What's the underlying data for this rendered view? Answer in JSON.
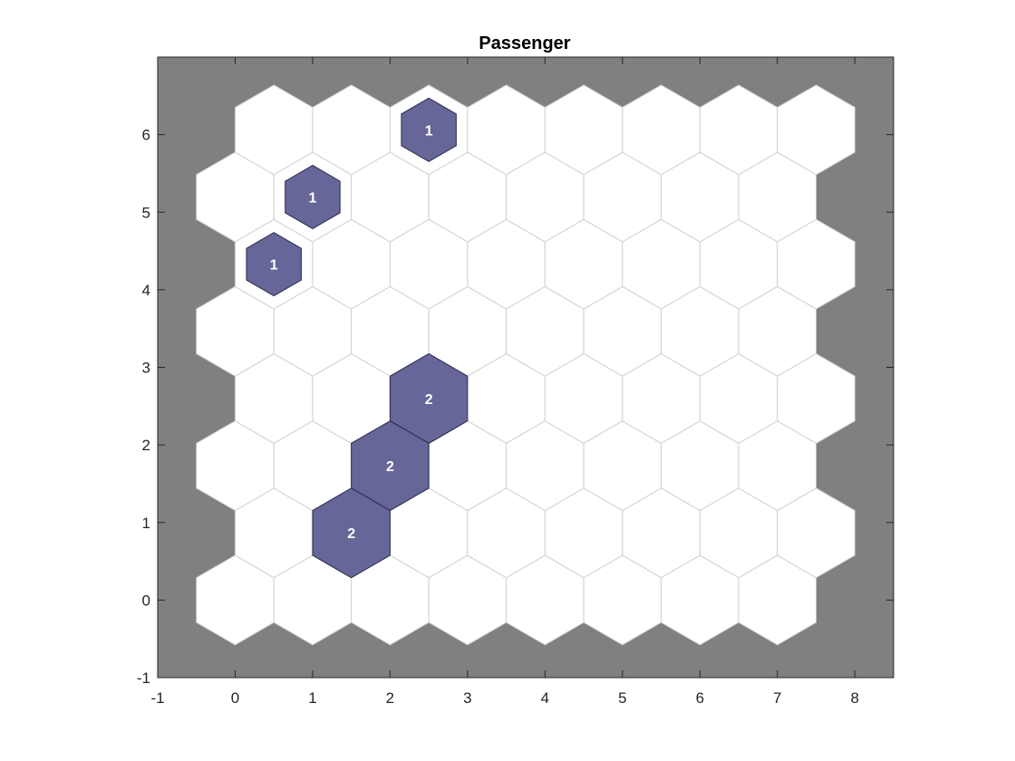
{
  "chart_data": {
    "type": "hexagon-hits",
    "title": "Passenger",
    "xlim": [
      -1,
      8.5
    ],
    "ylim": [
      -1,
      7
    ],
    "xticks": [
      "-1",
      "0",
      "1",
      "2",
      "3",
      "4",
      "5",
      "6",
      "7",
      "8"
    ],
    "yticks": [
      "-1",
      "0",
      "1",
      "2",
      "3",
      "4",
      "5",
      "6"
    ],
    "grid": {
      "columns": 8,
      "rows": 8,
      "row_spacing": 0.866
    },
    "hits": [
      {
        "x": 2.5,
        "y": 6.062,
        "count": 1
      },
      {
        "x": 1,
        "y": 5.196,
        "count": 1
      },
      {
        "x": 0.5,
        "y": 4.33,
        "count": 1
      },
      {
        "x": 2.5,
        "y": 2.598,
        "count": 2
      },
      {
        "x": 2,
        "y": 1.732,
        "count": 2
      },
      {
        "x": 1.5,
        "y": 0.866,
        "count": 2
      }
    ],
    "max_count": 2,
    "colors": {
      "background": "#808080",
      "neuron_fill": "#ffffff",
      "neuron_edge": "#d0d0d0",
      "hit_fill": "#666699",
      "hit_edge": "#2b2b4f",
      "hit_text": "#ffffff"
    }
  }
}
